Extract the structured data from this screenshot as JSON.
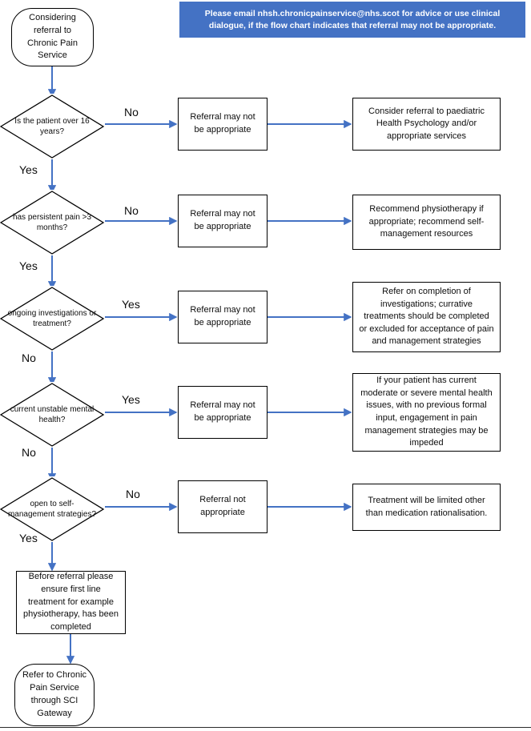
{
  "banner": {
    "text": "Please email nhsh.chronicpainservice@nhs.scot for advice or use clinical dialogue, if the flow chart indicates that referral may not be appropriate.",
    "background_color": "#4472C4",
    "text_color": "#FFFFFF"
  },
  "theme": {
    "connector_color": "#4472C4",
    "node_border_color": "#000000",
    "node_fill_color": "#FFFFFF",
    "text_color": "#0D0D0D"
  },
  "start_node": {
    "label": "Considering referral to Chronic Pain Service",
    "shape": "terminator"
  },
  "steps": [
    {
      "id": "age",
      "question": "Is the patient over 16 years?",
      "branch_right_label": "No",
      "branch_down_label": "Yes",
      "middle_box": "Referral may not be appropriate",
      "right_box": "Consider referral to paediatric Health Psychology and/or appropriate services"
    },
    {
      "id": "duration",
      "question": "has persistent pain >3 months?",
      "branch_right_label": "No",
      "branch_down_label": "Yes",
      "middle_box": "Referral may not be appropriate",
      "right_box": "Recommend physiotherapy if appropriate; recommend self-management resources"
    },
    {
      "id": "investigations",
      "question": "ongoing investigations or treatment?",
      "branch_right_label": "Yes",
      "branch_down_label": "No",
      "middle_box": "Referral may not be appropriate",
      "right_box": "Refer on completion of investigations; currative treatments should be completed or excluded for acceptance of pain and management strategies"
    },
    {
      "id": "mental-health",
      "question": "current unstable mental health?",
      "branch_right_label": "Yes",
      "branch_down_label": "No",
      "middle_box": "Referral may not be appropriate",
      "right_box": "If your patient has current moderate or severe mental health issues, with no previous formal input, engagement in pain management strategies may be impeded"
    },
    {
      "id": "self-management",
      "question": "open to self-management strategies?",
      "branch_right_label": "No",
      "branch_down_label": "Yes",
      "middle_box": "Referral not appropriate",
      "right_box": "Treatment will be limited other than medication rationalisation."
    }
  ],
  "pre_referral_node": {
    "label": "Before referral please ensure first line treatment for example physiotherapy, has been completed",
    "shape": "process"
  },
  "end_node": {
    "label": "Refer to Chronic Pain Service through SCI Gateway",
    "shape": "terminator"
  }
}
